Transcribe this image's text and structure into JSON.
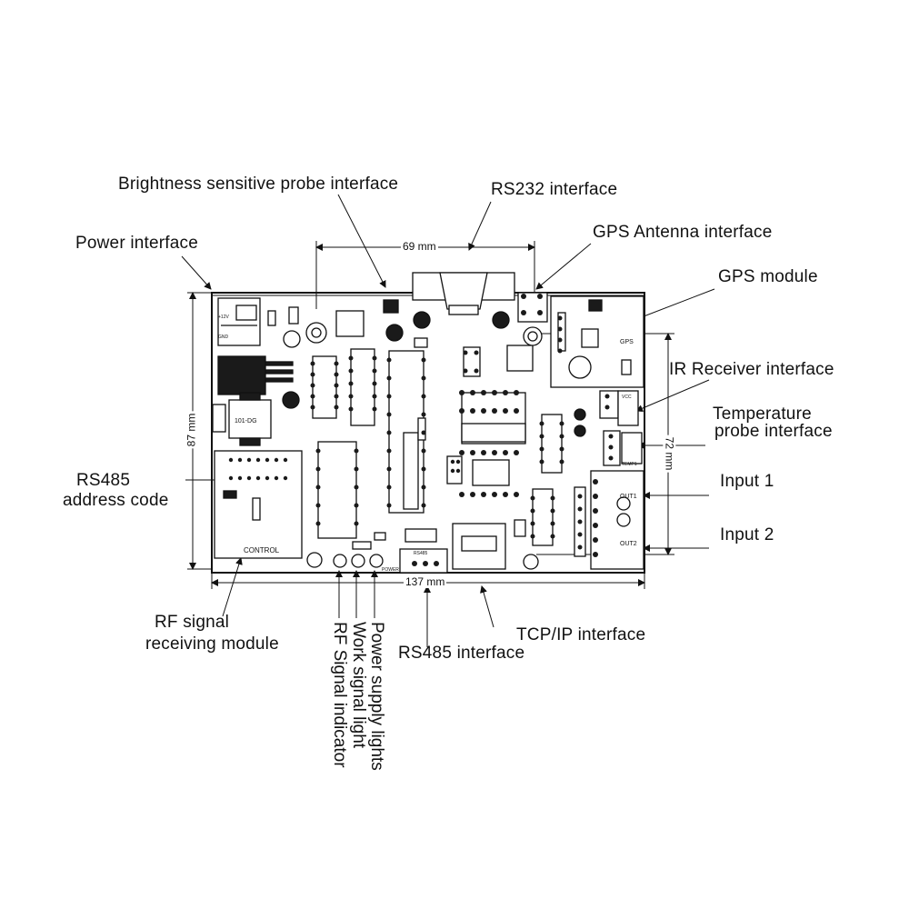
{
  "labels": {
    "brightness_probe": "Brightness sensitive probe interface",
    "rs232": "RS232 interface",
    "power_interface": "Power interface",
    "gps_antenna": "GPS Antenna interface",
    "gps_module": "GPS module",
    "ir_receiver": "IR Receiver interface",
    "temperature_probe_line1": "Temperature",
    "temperature_probe_line2": "probe interface",
    "rs485_address_line1": "RS485",
    "rs485_address_line2": "address code",
    "input1": "Input 1",
    "input2": "Input 2",
    "rf_module_line1": "RF signal",
    "rf_module_line2": "receiving module",
    "tcpip": "TCP/IP interface",
    "rs485_interface": "RS485 interface",
    "power_lights": "Power supply lights",
    "work_light": "Work signal light",
    "rf_indicator": "RF Signal indicator"
  },
  "dimensions": {
    "width_top": "69 mm",
    "width_bottom": "137 mm",
    "height_left": "87 mm",
    "height_right": "72 mm"
  },
  "silkscreen": {
    "control": "CONTROL",
    "gps": "GPS",
    "chip": "101-DG",
    "out1": "OUT1",
    "out2": "OUT2",
    "power": "POWER",
    "rs485": "RS485",
    "temp": "TEMP1",
    "vcc": "VCC",
    "gnd": "GND",
    "v12": "+12V"
  },
  "colors": {
    "ink": "#111111",
    "background": "#ffffff"
  }
}
